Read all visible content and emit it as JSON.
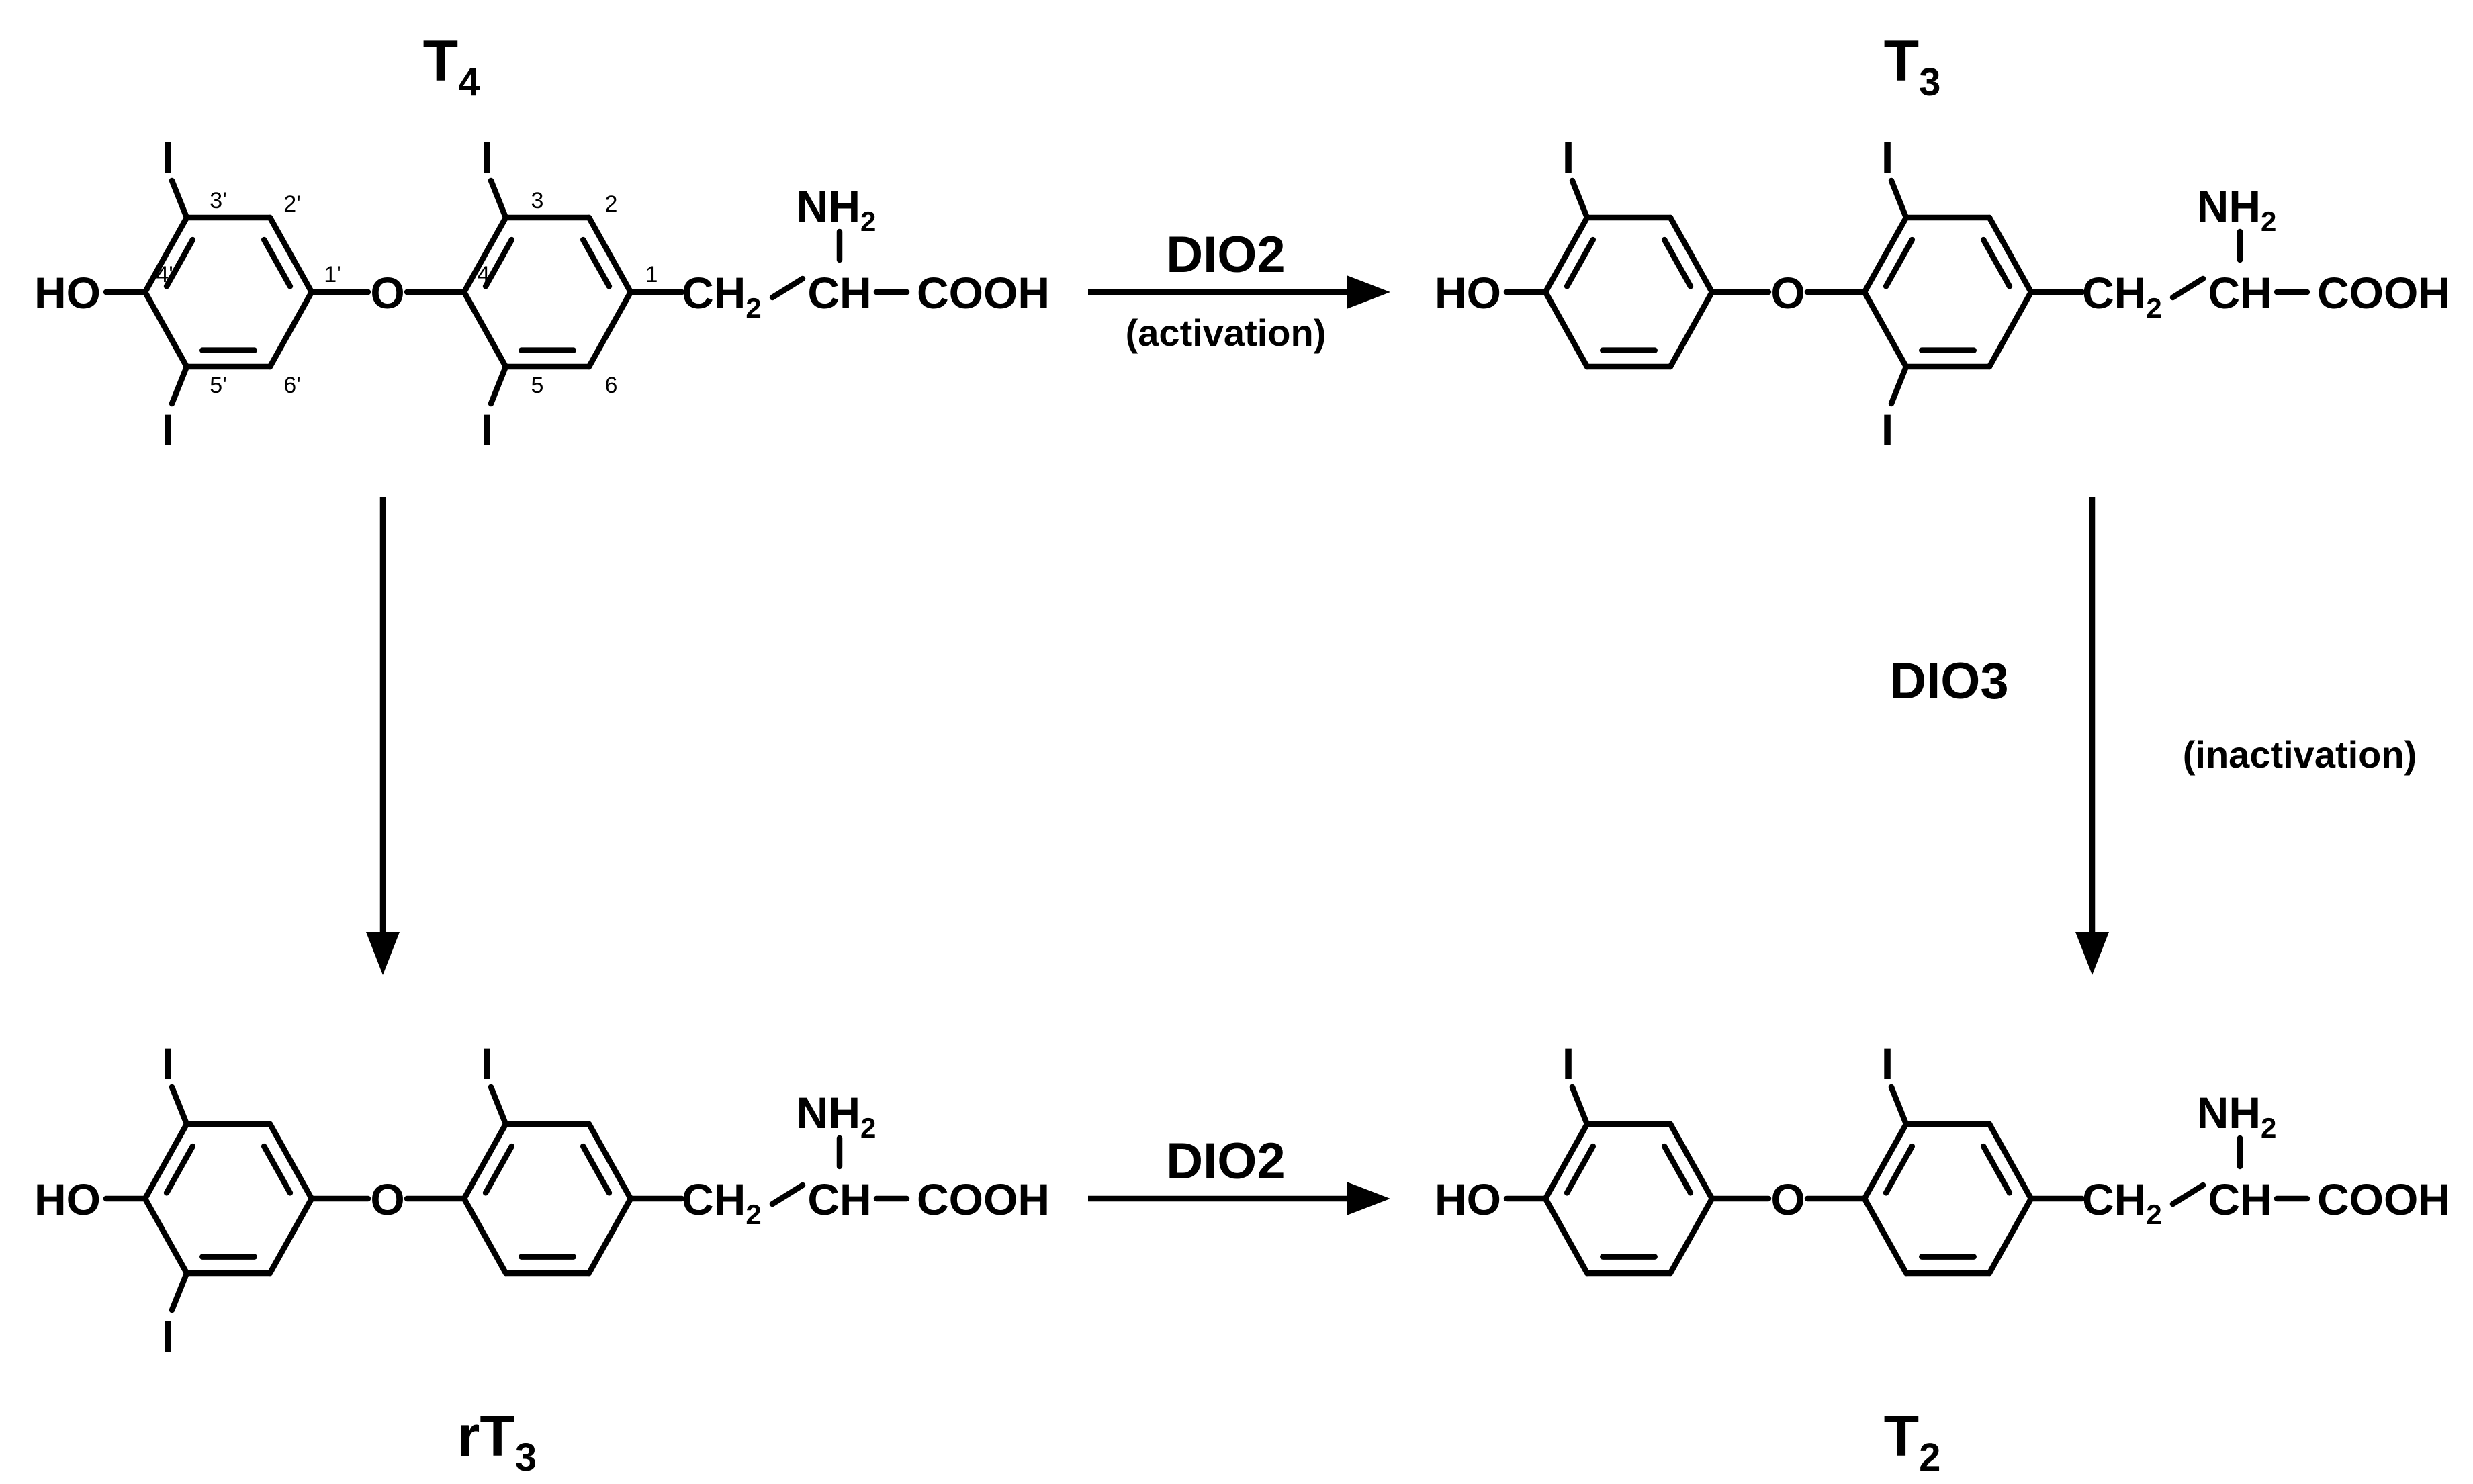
{
  "compounds": {
    "t4": {
      "prefix": "",
      "letter": "T",
      "subscript": "4"
    },
    "t3": {
      "prefix": "",
      "letter": "T",
      "subscript": "3"
    },
    "rt3": {
      "prefix": "r",
      "letter": "T",
      "subscript": "3"
    },
    "t2": {
      "prefix": "",
      "letter": "T",
      "subscript": "2"
    }
  },
  "reactions": {
    "t4_to_t3": {
      "enzyme": "DIO2",
      "note": "(activation)"
    },
    "t3_to_t2": {
      "enzyme": "DIO3",
      "note": "(inactivation)"
    },
    "rt3_to_t2": {
      "enzyme": "DIO2",
      "note": ""
    }
  },
  "atom_labels": {
    "hydroxyl": "HO",
    "ether_oxygen": "O",
    "iodine": "I",
    "methylene": "CH",
    "methylene_sub": "2",
    "methine": "CH",
    "amine": "NH",
    "amine_sub": "2",
    "carboxyl": "COOH"
  },
  "position_numbers": {
    "outer_ring": [
      "3'",
      "2'",
      "4'",
      "1'",
      "5'",
      "6'"
    ],
    "inner_ring": [
      "3",
      "2",
      "4",
      "1",
      "5",
      "6"
    ]
  },
  "molecules": [
    {
      "id": "mol-t4",
      "iodines": [
        "3'",
        "5'",
        "3",
        "5"
      ],
      "show_numbers": true
    },
    {
      "id": "mol-t3",
      "iodines": [
        "3'",
        "3",
        "5"
      ],
      "show_numbers": false
    },
    {
      "id": "mol-rt3",
      "iodines": [
        "3'",
        "5'",
        "3"
      ],
      "show_numbers": false
    },
    {
      "id": "mol-t2",
      "iodines": [
        "3'",
        "3"
      ],
      "show_numbers": false
    }
  ]
}
